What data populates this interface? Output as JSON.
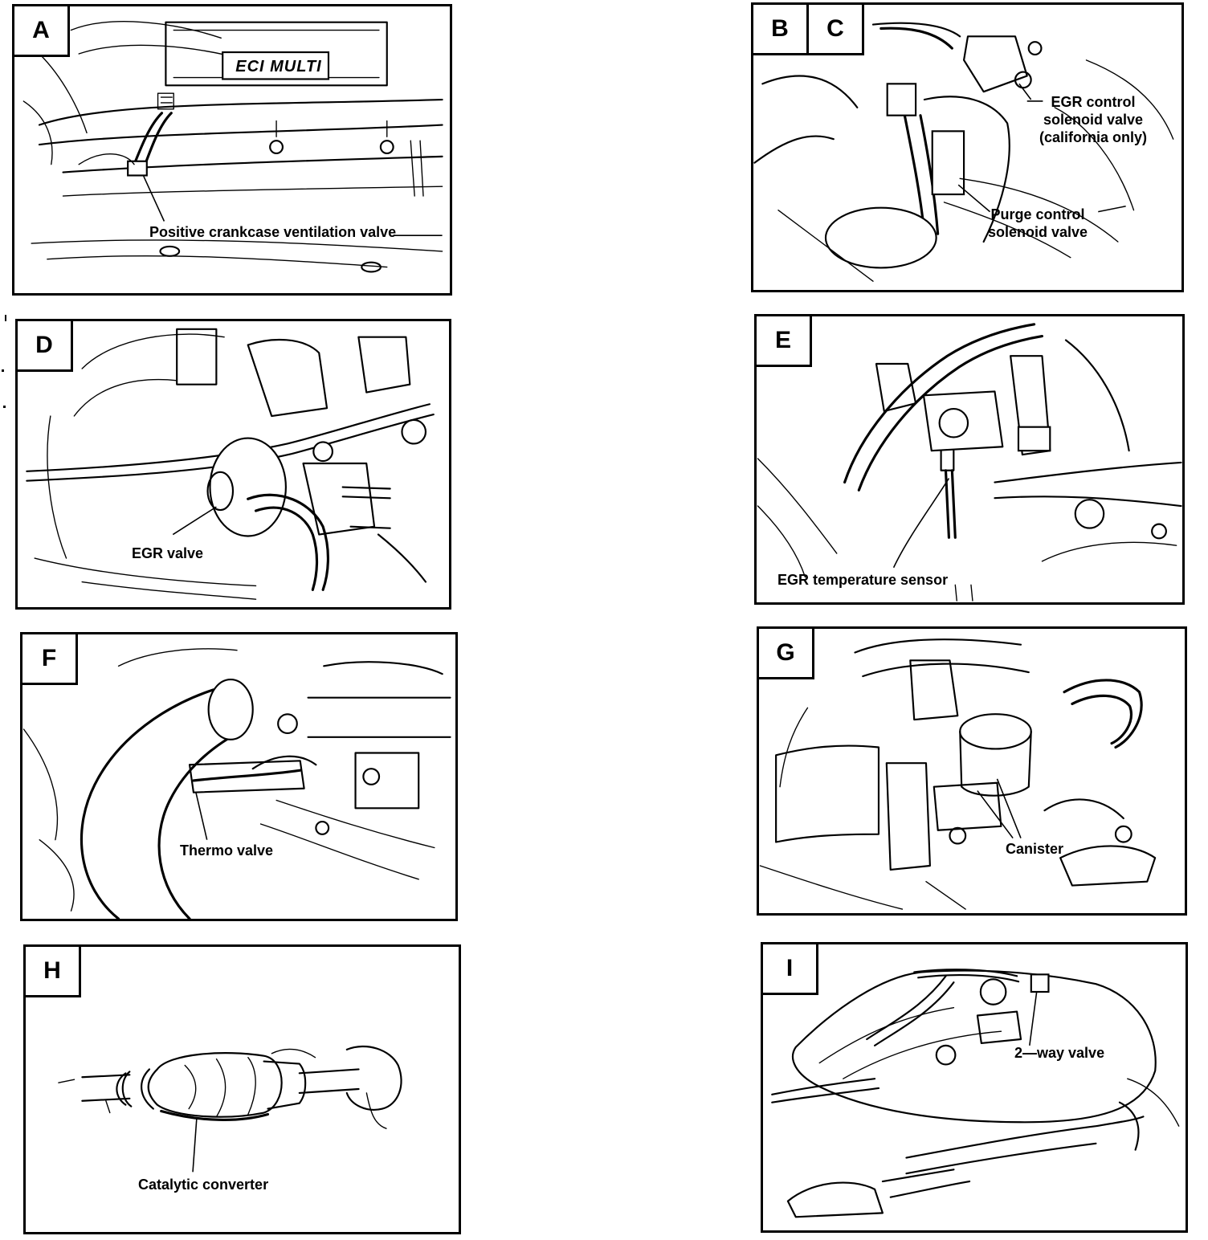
{
  "panels": {
    "a": {
      "letters": [
        "A"
      ],
      "labels": [
        "Positive crankcase ventilation valve"
      ],
      "badge": "ECI MULTI"
    },
    "bc": {
      "letters": [
        "B",
        "C"
      ],
      "labels": [
        [
          "EGR control",
          "solenoid valve",
          "(california only)"
        ],
        [
          "Purge control",
          "solenoid valve"
        ]
      ]
    },
    "d": {
      "letters": [
        "D"
      ],
      "labels": [
        "EGR valve"
      ]
    },
    "e": {
      "letters": [
        "E"
      ],
      "labels": [
        "EGR temperature sensor"
      ]
    },
    "f": {
      "letters": [
        "F"
      ],
      "labels": [
        "Thermo valve"
      ]
    },
    "g": {
      "letters": [
        "G"
      ],
      "labels": [
        "Canister"
      ]
    },
    "h": {
      "letters": [
        "H"
      ],
      "labels": [
        "Catalytic converter"
      ]
    },
    "i": {
      "letters": [
        "I"
      ],
      "labels": [
        "2—way valve"
      ]
    }
  }
}
